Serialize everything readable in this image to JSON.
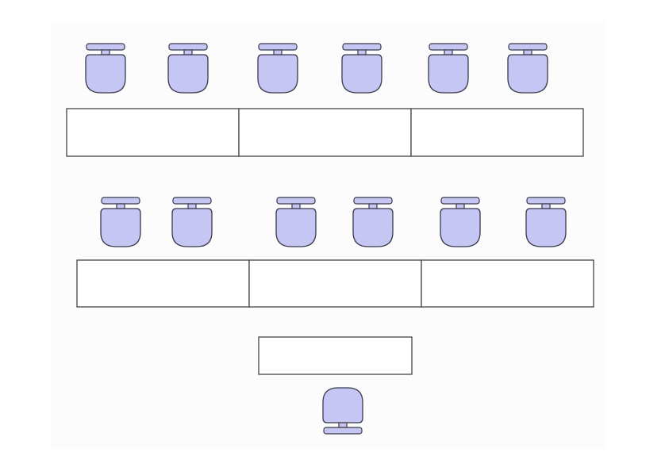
{
  "diagram": {
    "type": "classroom-seating-layout",
    "colors": {
      "page_background": "#ffffff",
      "room_background": "#fbfcfb",
      "chair_fill": "#c6c6f4",
      "chair_outline": "#3a3a4a",
      "desk_fill": "#ffffff",
      "desk_outline": "#444444"
    },
    "icons": {
      "chair": "chair-icon",
      "desk": "desk-segment"
    },
    "rows": [
      {
        "name": "front-student-row",
        "desk_segments": 3,
        "chairs": 6,
        "chair_facing": "toward-desk"
      },
      {
        "name": "back-student-row",
        "desk_segments": 3,
        "chairs": 6,
        "chair_facing": "toward-desk"
      }
    ],
    "teacher": {
      "desk_segments": 1,
      "chairs": 1,
      "chair_facing": "away-from-students"
    }
  }
}
